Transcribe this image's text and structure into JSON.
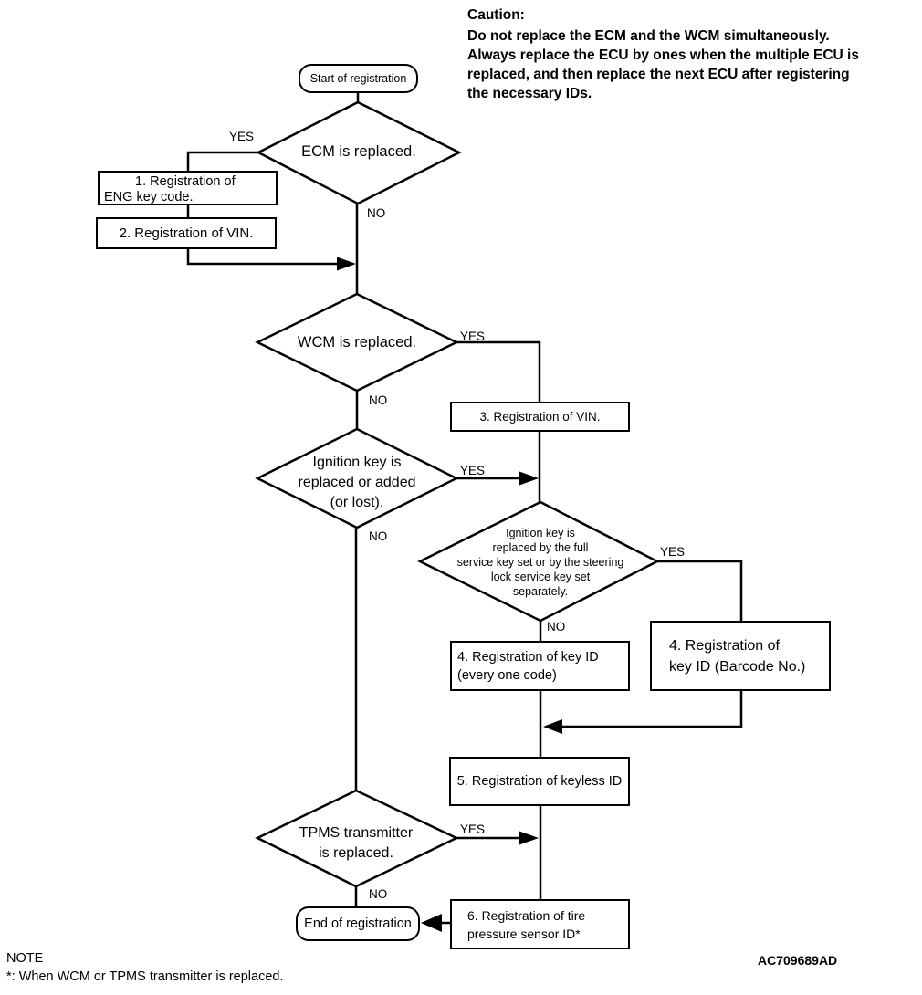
{
  "caution": {
    "title": "Caution:",
    "body": "Do not replace the ECM and the WCM simultaneously.\nAlways replace the ECU by ones when the multiple ECU is\nreplaced, and then replace the next ECU after registering\nthe necessary IDs."
  },
  "labels": {
    "yes": "YES",
    "no": "NO"
  },
  "nodes": {
    "start": "Start of registration",
    "decision_ecm": "ECM is replaced.",
    "step1": "1. Registration of\nENG key code.",
    "step2": "2. Registration of VIN.",
    "decision_wcm": "WCM is replaced.",
    "step3": "3. Registration of VIN.",
    "decision_ignition": "Ignition key is\nreplaced or added\n(or lost).",
    "decision_service_key": "Ignition key is\nreplaced by the full\nservice key set or by the steering\nlock service key set\nseparately.",
    "step4_every": "4. Registration of key ID\n(every one code)",
    "step4_barcode": "4. Registration of\nkey ID (Barcode No.)",
    "step5": "5. Registration of keyless ID",
    "decision_tpms": "TPMS transmitter\nis replaced.",
    "step6": "6. Registration of tire\npressure sensor ID*",
    "end": "End of registration"
  },
  "note": {
    "title": "NOTE",
    "body": "*: When WCM or TPMS transmitter is replaced."
  },
  "figure_code": "AC709689AD",
  "colors": {
    "line": "#000000",
    "background": "#ffffff"
  }
}
